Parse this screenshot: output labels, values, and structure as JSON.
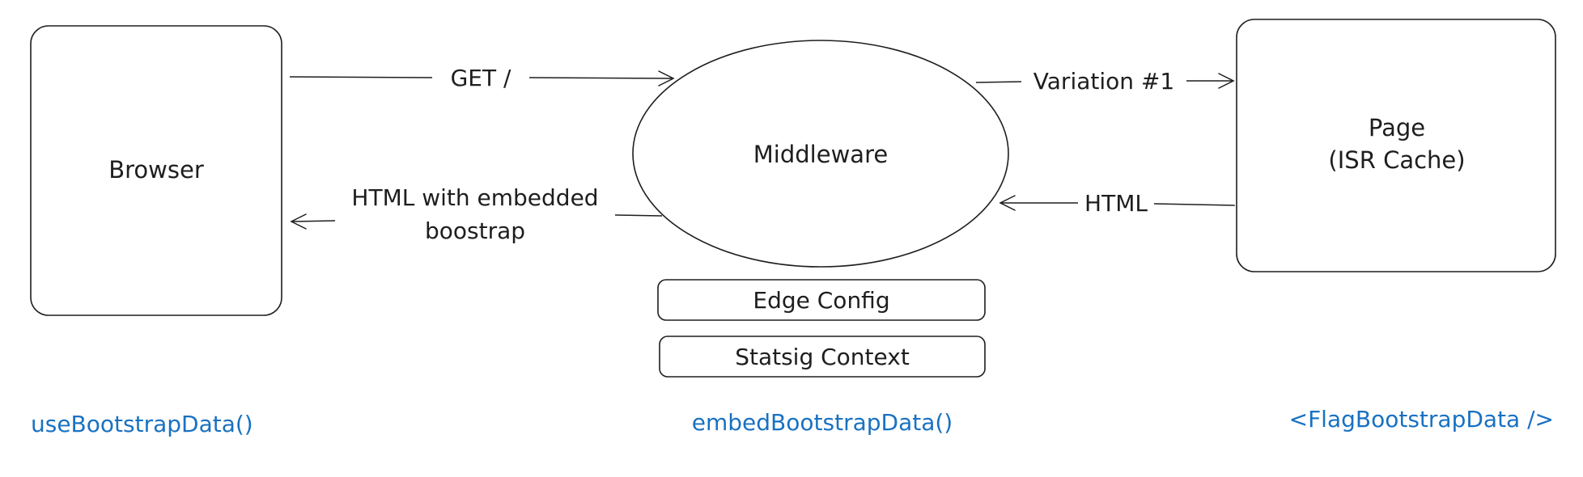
{
  "nodes": {
    "browser": {
      "label": "Browser"
    },
    "middleware": {
      "label": "Middleware"
    },
    "page": {
      "line1": "Page",
      "line2": "(ISR Cache)"
    }
  },
  "edges": {
    "get_request": {
      "label": "GET /"
    },
    "variation": {
      "label": "Variation #1"
    },
    "html_return": {
      "label": "HTML"
    },
    "html_embedded": {
      "line1": "HTML with embedded",
      "line2": "boostrap"
    }
  },
  "bars": {
    "edge_config": {
      "label": "Edge Config"
    },
    "statsig_context": {
      "label": "Statsig Context"
    }
  },
  "code_labels": {
    "browser_fn": "useBootstrapData()",
    "middleware_fn": "embedBootstrapData()",
    "page_component": "<FlagBootstrapData />"
  },
  "colors": {
    "stroke": "#1e1e1e",
    "code_accent": "#1971c2"
  }
}
